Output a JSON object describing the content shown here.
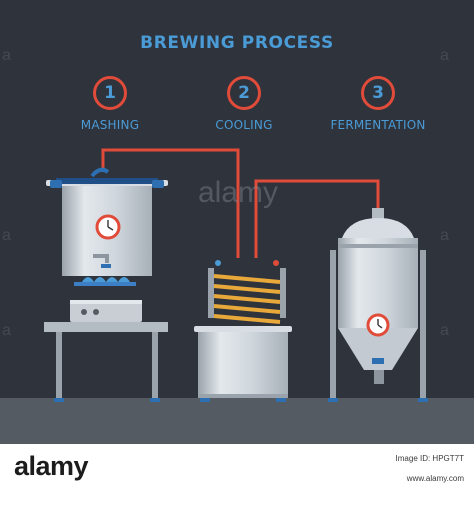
{
  "title": "BREWING PROCESS",
  "steps": [
    {
      "number": "1",
      "label": "MASHING"
    },
    {
      "number": "2",
      "label": "COOLING"
    },
    {
      "number": "3",
      "label": "FERMENTATION"
    }
  ],
  "watermark": "alamy",
  "footer": {
    "brand": "alamy",
    "image_id": "Image ID: HPGT7T",
    "site": "www.alamy.com"
  },
  "colors": {
    "background": "#2f333c",
    "accent_blue": "#4a9bd6",
    "pipe_red": "#e04b3a",
    "steel": "#cfd6dc",
    "coil": "#e8a93a"
  }
}
